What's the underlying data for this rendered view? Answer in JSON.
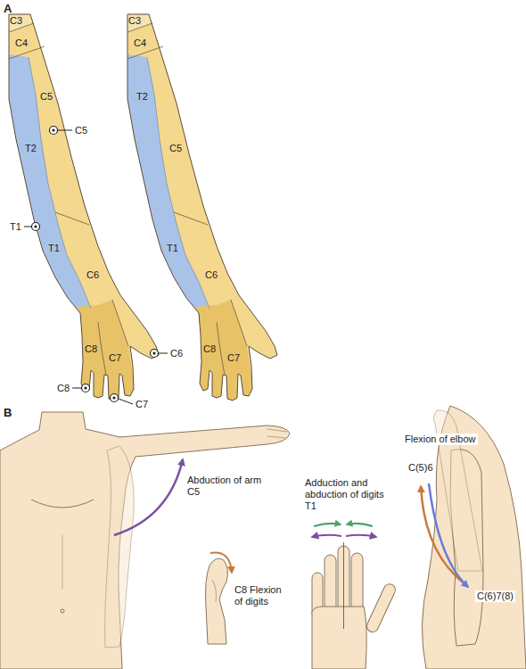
{
  "diagram": {
    "labels": [
      "A",
      "C3",
      "C4",
      "C5",
      "C5",
      "T2",
      "T1",
      "T1",
      "C6",
      "C8",
      "C7",
      "C6",
      "C8",
      "C7",
      "C3",
      "C4",
      "T2",
      "C5",
      "T1",
      "C6",
      "C8",
      "C7",
      "B",
      "Abduction of arm C5",
      "Flexion of elbow",
      "C(5)6",
      "Adduction and abduction of digits T1",
      "C8 Flexion of digits",
      "C(6)7(8)"
    ]
  }
}
